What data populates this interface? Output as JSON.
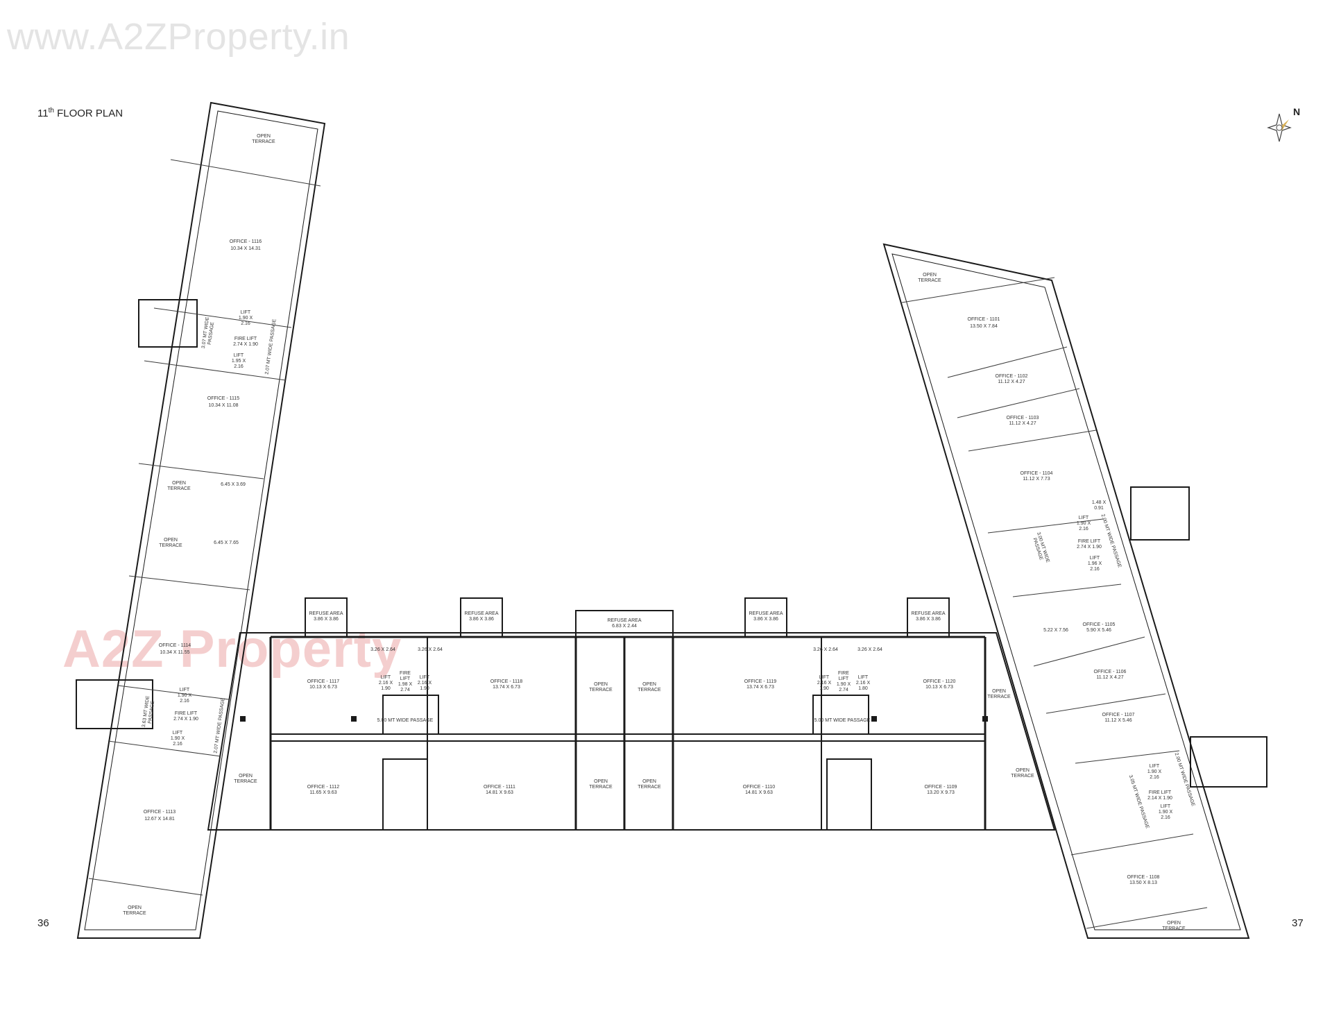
{
  "header": {
    "watermark": "www.A2ZProperty.in",
    "title_prefix": "11",
    "title_sup": "th",
    "title_suffix": " FLOOR PLAN"
  },
  "watermark_center": "A2Z Property",
  "pages": {
    "left": "36",
    "right": "37"
  },
  "compass": {
    "label": "N"
  },
  "colors": {
    "wall": "#1a1a1a",
    "line": "#3a3a3a",
    "label": "#333333",
    "watermark_a": "#e06a6a",
    "watermark_b": "#7fb2e0",
    "watermark_c": "#9ed37f",
    "compass_accent": "#d9b25a"
  },
  "left_wing": {
    "open_terrace_top": [
      "OPEN",
      "TERRACE"
    ],
    "office_1116": [
      "OFFICE - 1116",
      "10.34 X 14.31"
    ],
    "passage_top": [
      "3.07 MT WIDE",
      "PASSAGE"
    ],
    "passage_top_right": "2.07 MT WIDE PASSAGE",
    "lift_a": [
      "LIFT",
      "1.90 X",
      "2.16"
    ],
    "fire_lift_a": [
      "FIRE LIFT",
      "2.74 X 1.90"
    ],
    "lift_b": [
      "LIFT",
      "1.95 X",
      "2.16"
    ],
    "office_1115": [
      "OFFICE - 1115",
      "10.34 X 11.08"
    ],
    "dim_a": "6.45 X 3.69",
    "open_terrace_mid1": [
      "OPEN",
      "TERRACE"
    ],
    "open_terrace_mid2": [
      "OPEN",
      "TERRACE"
    ],
    "dim_b": "6.45 X 7.65",
    "office_1114": [
      "OFFICE - 1114",
      "10.34 X 11.55"
    ],
    "passage_bottom": [
      "3.63 MT WIDE",
      "PASSAGE"
    ],
    "passage_bottom_right": "2.07 MT WIDE PASSAGE",
    "lift_c": [
      "LIFT",
      "1.90 X",
      "2.16"
    ],
    "fire_lift_b": [
      "FIRE LIFT",
      "2.74 X 1.90"
    ],
    "lift_d": [
      "LIFT",
      "1.90 X",
      "2.16"
    ],
    "office_1113": [
      "OFFICE - 1113",
      "12.67 X 14.81"
    ],
    "open_terrace_bottom": [
      "OPEN",
      "TERRACE"
    ]
  },
  "center_block": {
    "refuse_1": [
      "REFUSE AREA",
      "3.86 X 3.86"
    ],
    "refuse_2": [
      "REFUSE AREA",
      "3.86 X 3.86"
    ],
    "refuse_3": [
      "REFUSE AREA",
      "6.83 X 2.44"
    ],
    "refuse_4": [
      "REFUSE AREA",
      "3.86 X 3.86"
    ],
    "refuse_5": [
      "REFUSE AREA",
      "3.86 X 3.86"
    ],
    "dim_left_1": "3.26 X 2.64",
    "dim_left_2": "3.26 X 2.64",
    "dim_right_1": "3.26 X 2.64",
    "dim_right_2": "3.26 X 2.64",
    "office_1117": [
      "OFFICE - 1117",
      "10.13 X 6.73"
    ],
    "office_1118": [
      "OFFICE - 1118",
      "13.74 X 6.73"
    ],
    "office_1119": [
      "OFFICE - 1119",
      "13.74 X 6.73"
    ],
    "office_1120": [
      "OFFICE - 1120",
      "10.13 X 6.73"
    ],
    "office_1112": [
      "OFFICE - 1112",
      "11.65 X 9.63"
    ],
    "office_1111": [
      "OFFICE - 1111",
      "14.81 X 9.63"
    ],
    "office_1110": [
      "OFFICE - 1110",
      "14.81 X 9.63"
    ],
    "office_1109": [
      "OFFICE - 1109",
      "13.20 X 9.73"
    ],
    "passage_left": "5.00 MT WIDE PASSAGE",
    "passage_right": "5.00 MT WIDE PASSAGE",
    "lift_l1": [
      "LIFT",
      "2.16 X",
      "1.90"
    ],
    "fire_l": [
      "FIRE",
      "LIFT",
      "1.98 X",
      "2.74"
    ],
    "lift_l2": [
      "LIFT",
      "2.16 X",
      "1.90"
    ],
    "lift_r1": [
      "LIFT",
      "2.16 X",
      "1.90"
    ],
    "fire_r": [
      "FIRE",
      "LIFT",
      "1.90 X",
      "2.74"
    ],
    "lift_r2": [
      "LIFT",
      "2.16 X",
      "1.80"
    ],
    "open_terrace_c1": [
      "OPEN",
      "TERRACE"
    ],
    "open_terrace_c2": [
      "OPEN",
      "TERRACE"
    ],
    "open_terrace_c3": [
      "OPEN",
      "TERRACE"
    ],
    "open_terrace_c4": [
      "OPEN",
      "TERRACE"
    ],
    "open_terrace_left": [
      "OPEN",
      "TERRACE"
    ],
    "open_terrace_right": [
      "OPEN",
      "TERRACE"
    ],
    "open_terrace_right2": [
      "OPEN",
      "TERRACE"
    ]
  },
  "right_wing": {
    "open_terrace_top": [
      "OPEN",
      "TERRACE"
    ],
    "office_1101": [
      "OFFICE - 1101",
      "13.50 X 7.84"
    ],
    "office_1102": [
      "OFFICE - 1102",
      "11.12 X 4.27"
    ],
    "office_1103": [
      "OFFICE - 1103",
      "11.12 X 4.27"
    ],
    "office_1104": [
      "OFFICE - 1104",
      "11.12 X 7.73"
    ],
    "dim_small": [
      "1.48 X",
      "0.91"
    ],
    "passage_top": [
      "3.00 MT WIDE",
      "PASSAGE"
    ],
    "passage_top_right": "2.00 MT WIDE PASSAGE",
    "lift_a": [
      "LIFT",
      "1.90 X",
      "2.16"
    ],
    "fire_lift_a": [
      "FIRE LIFT",
      "2.74 X 1.90"
    ],
    "lift_b": [
      "LIFT",
      "1.96 X",
      "2.16"
    ],
    "dim_a": "5.22 X 7.56",
    "office_1105": [
      "OFFICE - 1105",
      "5.90 X 5.46"
    ],
    "office_1106": [
      "OFFICE - 1106",
      "11.12 X 4.27"
    ],
    "office_1107": [
      "OFFICE - 1107",
      "11.12 X 5.46"
    ],
    "passage_bottom": "3.05 MT WIDE PASSAGE",
    "passage_bottom_right": "2.00 MT WIDE PASSAGE",
    "lift_c": [
      "LIFT",
      "1.90 X",
      "2.16"
    ],
    "fire_lift_b": [
      "FIRE LIFT",
      "2.14 X 1.90"
    ],
    "lift_d": [
      "LIFT",
      "1.90 X",
      "2.16"
    ],
    "office_1108": [
      "OFFICE - 1108",
      "13.50 X 8.13"
    ],
    "open_terrace_bottom": [
      "OPEN",
      "TERRACE"
    ]
  }
}
